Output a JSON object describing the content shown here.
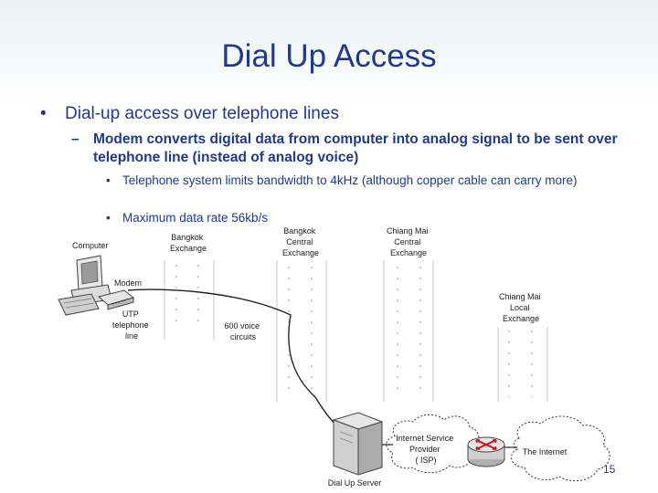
{
  "slide": {
    "title": "Dial Up Access",
    "bullet1": "Dial-up access over telephone lines",
    "bullet2": "Modem converts digital data from computer into analog signal to be sent over telephone line (instead of analog voice)",
    "bullet3": "Telephone system limits bandwidth to 4kHz (although copper cable can carry more)",
    "bullet4": "Maximum data rate 56kb/s",
    "page_number": "15"
  },
  "diagram": {
    "computer": "Computer",
    "modem": "Modem",
    "utp": [
      "UTP",
      "telephone",
      "line"
    ],
    "bangkok_exchange": [
      "Bangkok",
      "Exchange"
    ],
    "voice_circuits": [
      "600 voice",
      "circuits"
    ],
    "bangkok_central": [
      "Bangkok",
      "Central",
      "Exchange"
    ],
    "chiangmai_central": [
      "Chiang Mai",
      "Central",
      "Exchange"
    ],
    "chiangmai_local": [
      "Chiang Mai",
      "Local",
      "Exchange"
    ],
    "isp": [
      "Internet Service",
      "Provider",
      "( ISP)"
    ],
    "internet": "The Internet",
    "dialup_server": "Dial Up Server"
  }
}
